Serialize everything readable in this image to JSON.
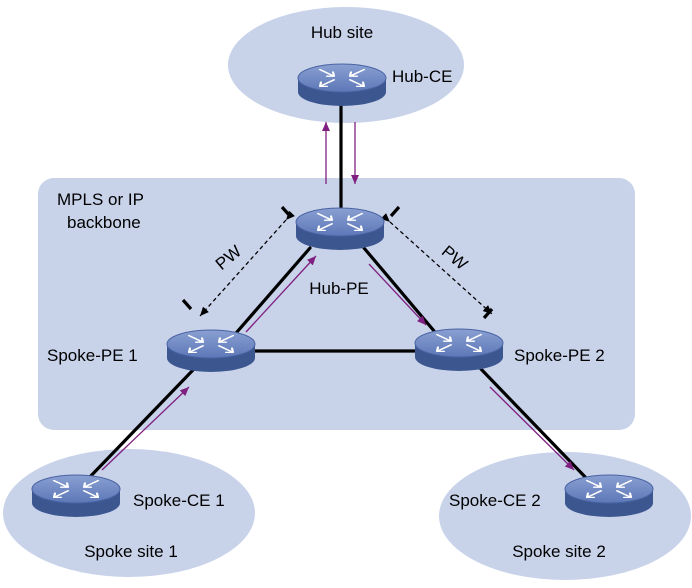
{
  "backbone": {
    "label_line1": "MPLS or IP",
    "label_line2": "backbone"
  },
  "sites": {
    "hub": "Hub site",
    "spoke1": "Spoke site 1",
    "spoke2": "Spoke site 2"
  },
  "devices": {
    "hub_ce": "Hub-CE",
    "hub_pe": "Hub-PE",
    "spoke_pe1": "Spoke-PE 1",
    "spoke_pe2": "Spoke-PE 2",
    "spoke_ce1": "Spoke-CE 1",
    "spoke_ce2": "Spoke-CE 2"
  },
  "pseudowires": {
    "left": "PW",
    "right": "PW"
  },
  "colors": {
    "site_fill": "#c8d3ea",
    "backbone_fill": "#c8d3ea",
    "router_top": "#6f87c2",
    "router_side": "#3c5690",
    "link": "#000000",
    "traffic_arrow": "#7f1f7f"
  }
}
